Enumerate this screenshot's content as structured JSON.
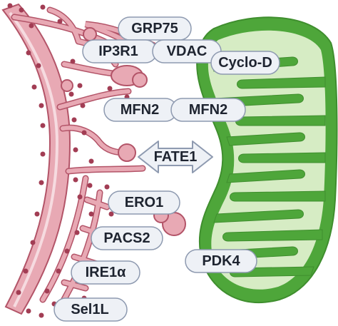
{
  "colors": {
    "er_fill": "#e8a9b4",
    "er_stroke": "#b35468",
    "er_inner": "#f6dbe0",
    "ribosome": "#a23d54",
    "mito_outer": "#4ea63a",
    "mito_inner": "#d6ecc4",
    "mito_outer_dark": "#3f8e2e",
    "pill_fill": "#eef1f6",
    "pill_stroke": "#8e9ab0",
    "arrow_fill": "#eef1f6"
  },
  "labels": {
    "grp75": "GRP75",
    "ip3r1": "IP3R1",
    "vdac": "VDAC",
    "cyclo_d": "Cyclo-D",
    "mfn2_er": "MFN2",
    "mfn2_mito": "MFN2",
    "fate1": "FATE1",
    "ero1": "ERO1",
    "pacs2": "PACS2",
    "ire1a": "IRE1α",
    "sel1l": "Sel1L",
    "pdk4": "PDK4"
  }
}
